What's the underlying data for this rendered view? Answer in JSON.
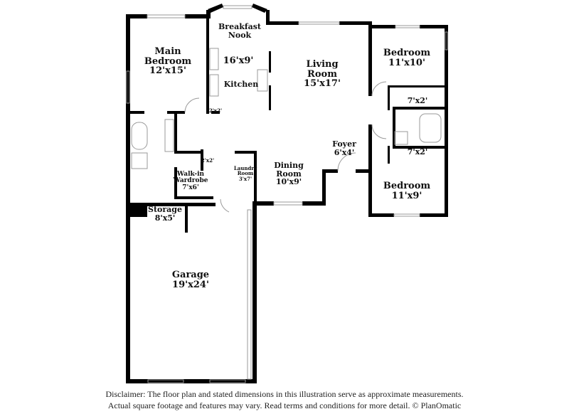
{
  "rooms": {
    "main_bedroom": {
      "name": "Main\nBedroom",
      "line1": "Main",
      "line2": "Bedroom",
      "dims": "12'x15'"
    },
    "breakfast_nook": {
      "line1": "Breakfast",
      "line2": "Nook"
    },
    "kitchen": {
      "name": "Kitchen",
      "dims": "16'x9'"
    },
    "pantry": {
      "dims": "2'x2'"
    },
    "living_room": {
      "line1": "Living",
      "line2": "Room",
      "dims": "15'x17'"
    },
    "bedroom_1": {
      "name": "Bedroom",
      "dims": "11'x10'"
    },
    "closet_1": {
      "dims": "7'x2'"
    },
    "closet_2": {
      "dims": "7'x2'"
    },
    "bedroom_2": {
      "name": "Bedroom",
      "dims": "11'x9'"
    },
    "foyer": {
      "name": "Foyer",
      "dims": "6'x4'"
    },
    "dining_room": {
      "line1": "Dining",
      "line2": "Room",
      "dims": "10'x9'"
    },
    "laundry_room": {
      "line1": "Laundry",
      "line2": "Room",
      "dims": "3'x7'"
    },
    "linen_closet": {
      "dims": "2'x2'"
    },
    "walk_in_wardrobe": {
      "line1": "Walk-in",
      "line2": "Wardrobe",
      "dims": "7'x6'"
    },
    "storage": {
      "name": "Storage",
      "dims": "8'x5'"
    },
    "garage": {
      "name": "Garage",
      "dims": "19'x24'"
    }
  },
  "disclaimer": {
    "line1": "Disclaimer: The floor plan and stated dimensions in this illustration serve as approximate measurements.",
    "line2": "Actual square footage and features may vary. Read terms and conditions for more detail. © PlanOmatic"
  },
  "colors": {
    "wall": "#000000",
    "window": "#ffffff",
    "background": "#ffffff"
  }
}
